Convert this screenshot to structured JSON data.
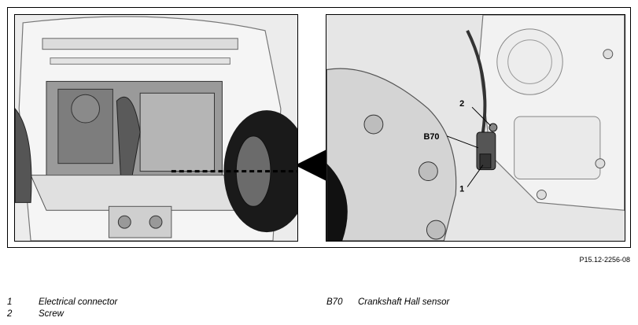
{
  "figure": {
    "id": "P15.12-2256-08",
    "callouts": [
      {
        "key": "2"
      },
      {
        "key": "B70"
      },
      {
        "key": "1"
      }
    ]
  },
  "legend": {
    "left": [
      {
        "key": "1",
        "text": "Electrical connector"
      },
      {
        "key": "2",
        "text": "Screw"
      }
    ],
    "right": [
      {
        "key": "B70",
        "text": "Crankshaft Hall sensor"
      }
    ]
  }
}
